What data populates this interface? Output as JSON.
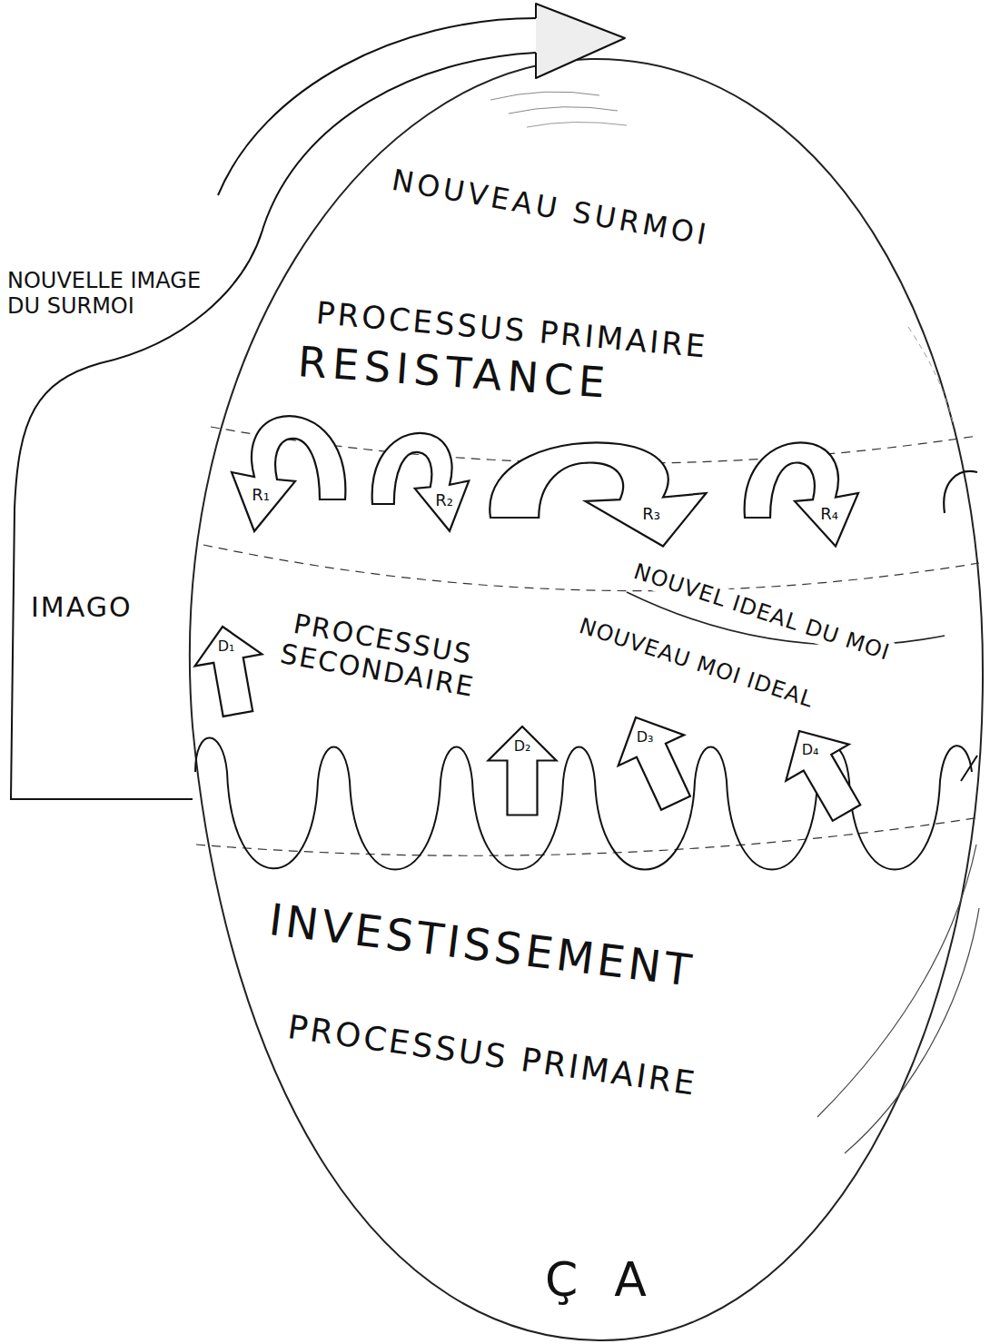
{
  "diagram": {
    "labels": [
      "NOUVEAU SURMOI",
      "NOUVELLE IMAGE DU SURMOI",
      "PROCESSUS PRIMAIRE",
      "RESISTANCE",
      "R₁",
      "R₂",
      "R₃",
      "R₄",
      "NOUVEL IDEAL DU MOI",
      "IMAGO",
      "PROCESSUS SECONDAIRE",
      "NOUVEAU MOI IDEAL",
      "D₁",
      "D₂",
      "D₃",
      "D₄",
      "INVESTISSEMENT",
      "PROCESSUS PRIMAIRE",
      "ÇA"
    ]
  }
}
